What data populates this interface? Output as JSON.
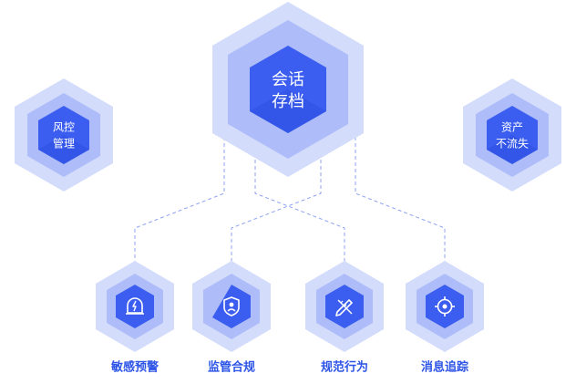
{
  "center": {
    "line1": "会话",
    "line2": "存档"
  },
  "left": {
    "line1": "风控",
    "line2": "管理"
  },
  "right": {
    "line1": "资产",
    "line2": "不流失"
  },
  "features": [
    {
      "label": "敏感预警",
      "icon": "alarm-light-icon"
    },
    {
      "label": "监管合规",
      "icon": "shield-user-icon"
    },
    {
      "label": "规范行为",
      "icon": "pencil-ruler-icon"
    },
    {
      "label": "消息追踪",
      "icon": "target-icon"
    }
  ],
  "colors": {
    "core": "#3b5ef0",
    "core_dark": "#2744d8",
    "mid": "#8fa4f6",
    "outer": "#c9d3fb",
    "label": "#2d54e6"
  }
}
